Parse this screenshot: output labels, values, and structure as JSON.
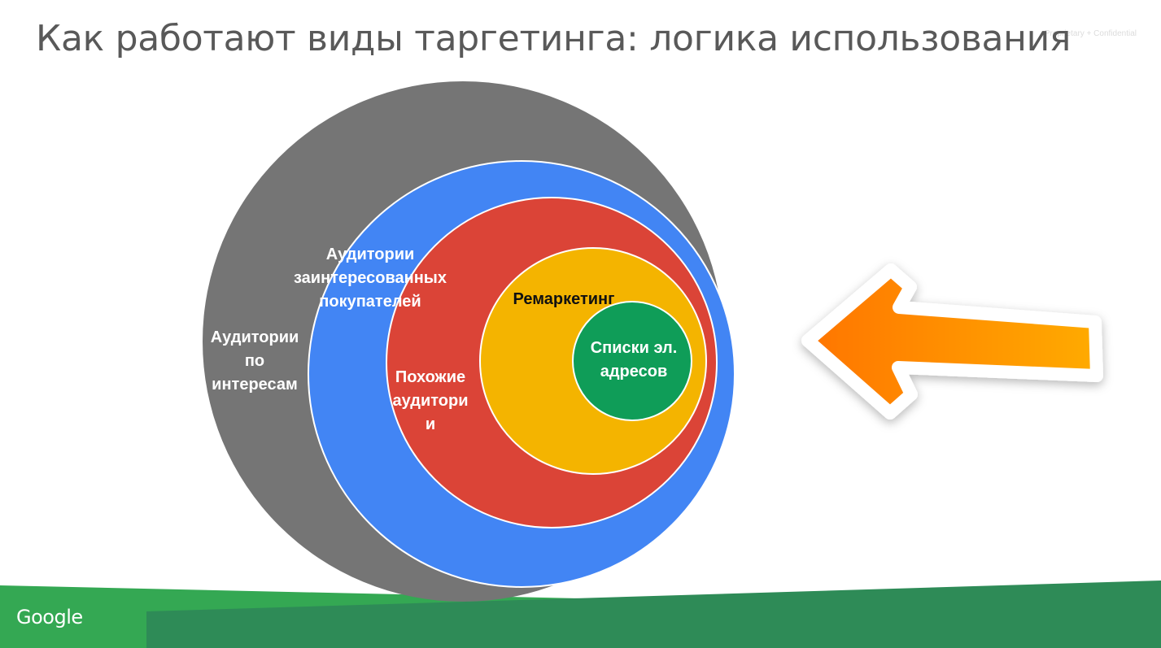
{
  "slide": {
    "title": "Как работают виды таргетинга: логика использования",
    "confidential_note": "Proprietary + Confidential",
    "logo_text": "Google"
  },
  "diagram": {
    "rings": [
      {
        "label": "Аудитории\nпо\nинтересам",
        "color": "#757575"
      },
      {
        "label": "Аудитории\nзаинтересованных\nпокупателей",
        "color": "#4285f4"
      },
      {
        "label": "Похожие\nаудитори\nи",
        "color": "#db4437"
      },
      {
        "label": "Ремаркетинг",
        "color": "#f4b400"
      },
      {
        "label": "Списки эл.\nадресов",
        "color": "#0f9d58"
      }
    ],
    "arrow": {
      "direction": "left",
      "color_start": "#ff7500",
      "color_end": "#ffab00"
    }
  },
  "footer": {
    "colors": [
      "#34a853",
      "#2e8b57"
    ]
  }
}
